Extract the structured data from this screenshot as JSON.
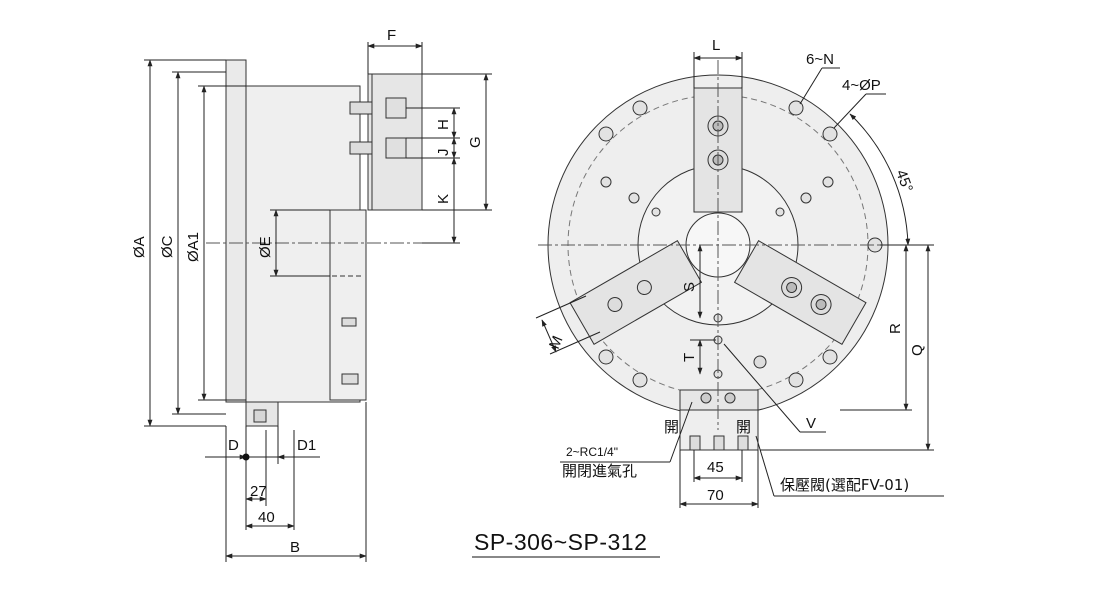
{
  "side_view": {
    "dims": {
      "F": "F",
      "H": "H",
      "J": "J",
      "G": "G",
      "K": "K",
      "E": "ØE",
      "A": "ØA",
      "C": "ØC",
      "A1": "ØA1",
      "D": "D",
      "D1": "D1",
      "v27": "27",
      "v40": "40",
      "B": "B"
    }
  },
  "front_view": {
    "dims": {
      "L": "L",
      "N": "6~N",
      "P": "4~ØP",
      "angle": "45°",
      "S": "S",
      "T": "T",
      "M": "M",
      "R": "R",
      "Q": "Q",
      "V": "V",
      "v45": "45",
      "v70": "70"
    },
    "labels": {
      "open_left": "開",
      "open_right": "開",
      "port_spec": "2~RC1/4\"",
      "port_desc": "開閉進氣孔",
      "valve_desc": "保壓閥(選配FV-01)"
    }
  },
  "title": "SP-306~SP-312",
  "colors": {
    "body_fill": "#eeeeee",
    "line": "#333333",
    "dim_line": "#222222"
  }
}
